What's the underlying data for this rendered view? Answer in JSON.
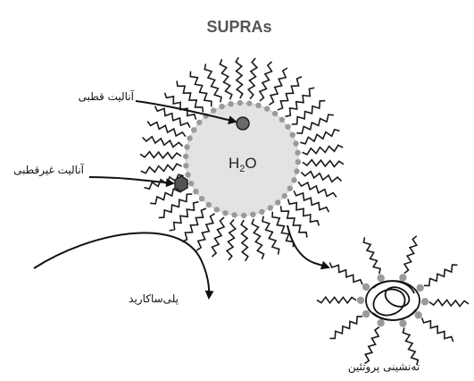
{
  "title": "SUPRAs",
  "core_label": "H",
  "core_subscript": "2",
  "core_label_tail": "O",
  "labels": {
    "polar_analyte": "آنالیت قطبی",
    "nonpolar_analyte": "آنالیت غیرقطبی",
    "polysaccharide": "پلی‌ساکارید",
    "protein_precipitation": "ته‌نشینی پروتئین"
  },
  "colors": {
    "core_fill": "#e3e3e3",
    "head_group": "#9a9a9a",
    "tail": "#1a1a1a",
    "polar_analyte": "#6a6a6a",
    "nonpolar_analyte": "#555555",
    "arrow": "#111111"
  }
}
